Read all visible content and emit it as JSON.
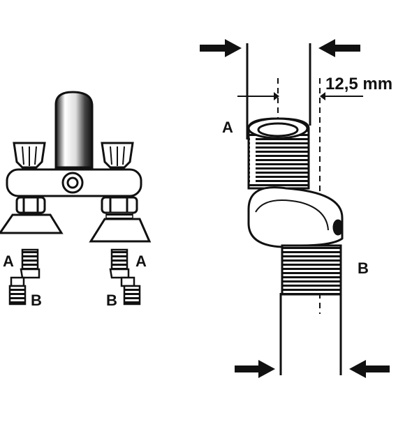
{
  "diagram": {
    "left_faucet": {
      "label_a_left": "A",
      "label_b_left": "B",
      "label_a_right": "A",
      "label_b_right": "B"
    },
    "right_fitting": {
      "label_a": "A",
      "label_b": "B",
      "dimension": "12,5 mm"
    },
    "colors": {
      "ink": "#111111",
      "paper": "#ffffff"
    }
  }
}
